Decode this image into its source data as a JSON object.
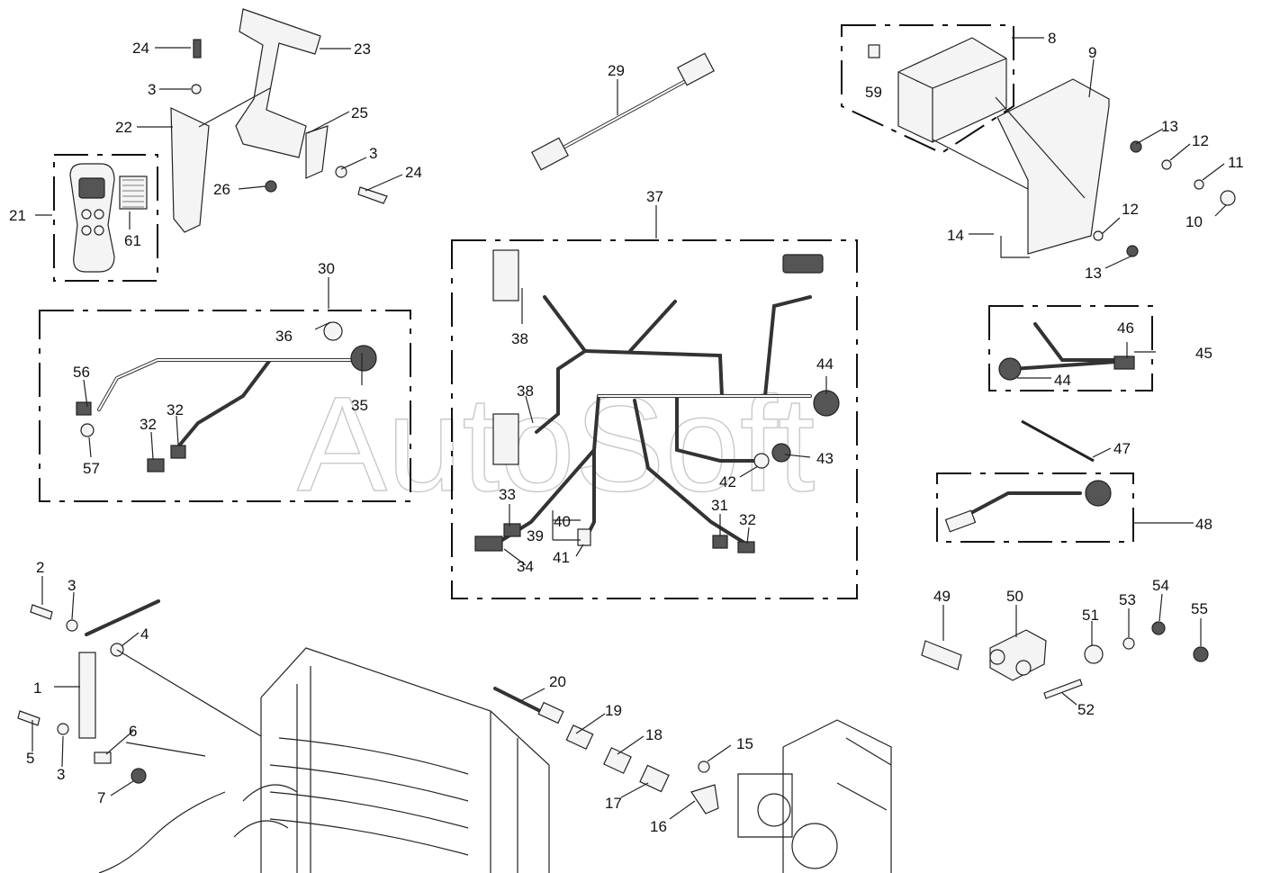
{
  "watermark": "AutoSoft",
  "callouts": [
    "1",
    "2",
    "3",
    "3",
    "3",
    "3",
    "4",
    "5",
    "6",
    "7",
    "8",
    "9",
    "10",
    "11",
    "12",
    "12",
    "13",
    "13",
    "14",
    "15",
    "16",
    "17",
    "18",
    "19",
    "20",
    "21",
    "22",
    "23",
    "24",
    "24",
    "25",
    "26",
    "29",
    "30",
    "31",
    "32",
    "32",
    "32",
    "33",
    "34",
    "35",
    "36",
    "37",
    "38",
    "38",
    "39",
    "40",
    "41",
    "42",
    "43",
    "44",
    "44",
    "45",
    "46",
    "47",
    "48",
    "49",
    "50",
    "51",
    "52",
    "53",
    "54",
    "55",
    "56",
    "57",
    "59",
    "61"
  ]
}
